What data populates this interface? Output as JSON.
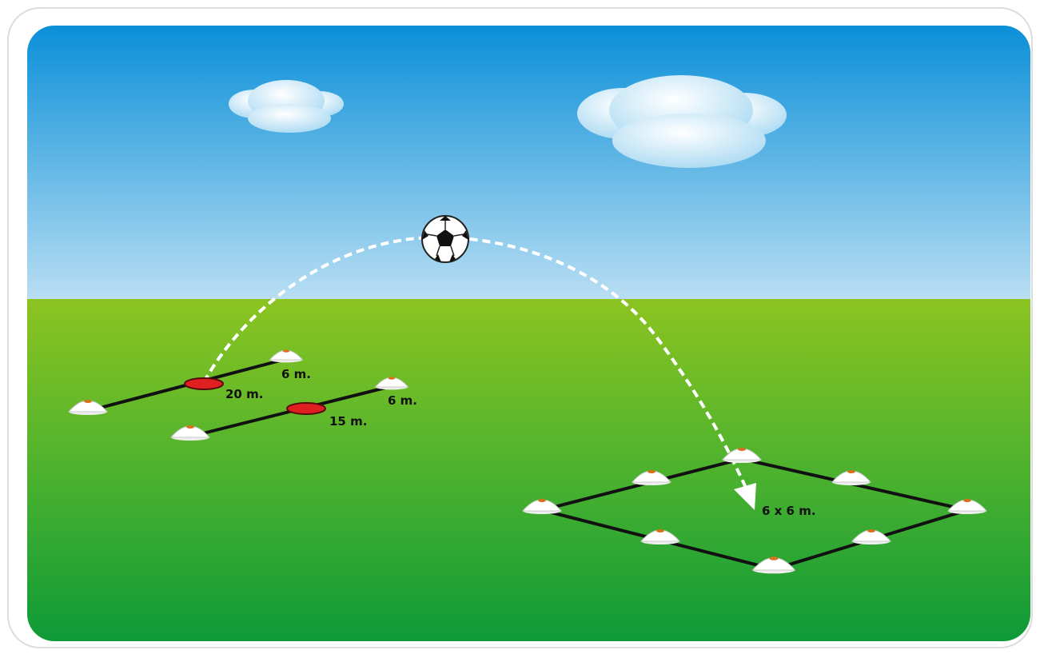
{
  "labels": {
    "short_a": "6 m.",
    "long_a": "20 m.",
    "short_b": "6 m.",
    "long_b": "15 m.",
    "grid": "6 x 6 m."
  },
  "colors": {
    "sky_top": "#0a8fd8",
    "sky_bottom": "#b3dcf2",
    "grass_top": "#8cc421",
    "grass_bottom": "#0d9a38",
    "cone": "#ffffff",
    "cone_tip": "#d8701e",
    "target_marker": "#e02020",
    "line": "#111111",
    "trajectory": "#ffffff"
  },
  "icons": [
    "soccer-ball-icon",
    "cloud-icon",
    "cone-icon",
    "arrow-head-icon"
  ]
}
